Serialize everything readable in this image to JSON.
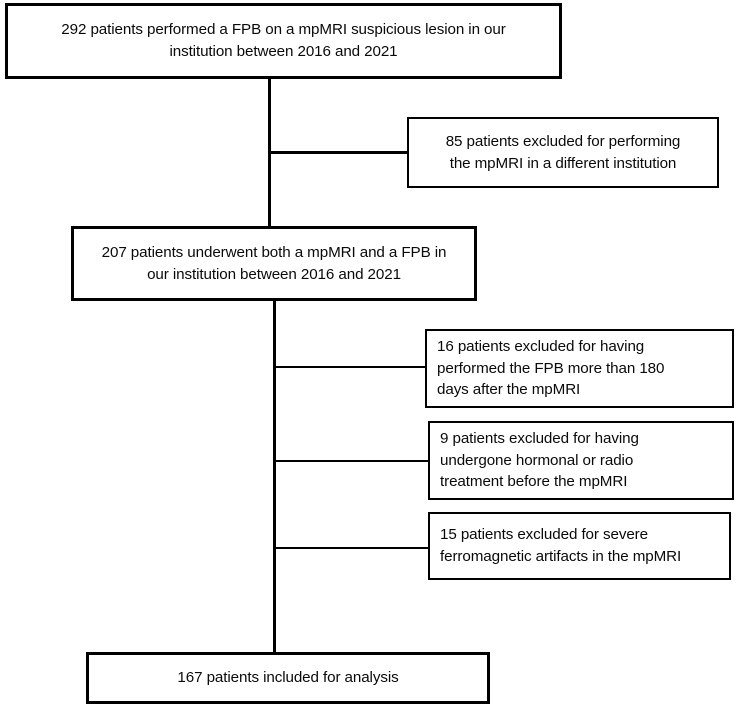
{
  "diagram": {
    "type": "flowchart",
    "title": "Patient selection flow diagram",
    "orientation": "top-to-bottom",
    "colors": {
      "box_border": "#000000",
      "box_fill": "#FFFFFF",
      "connector": "#000000",
      "text": "#0A0A0A"
    },
    "nodes": [
      {
        "id": "enrolled",
        "role": "start",
        "count": 292,
        "align": "center",
        "lines": [
          "292 patients performed a FPB on a mpMRI suspicious lesion in our",
          "institution between 2016 and 2021"
        ],
        "text": "292 patients performed a FPB on a mpMRI suspicious lesion in our institution between 2016 and 2021"
      },
      {
        "id": "excluded-1",
        "role": "exclusion",
        "count": 85,
        "align": "center",
        "lines": [
          "85 patients excluded for performing",
          "the mpMRI in a different institution"
        ],
        "text": "85 patients excluded for performing the mpMRI in a different institution"
      },
      {
        "id": "both-exams",
        "role": "intermediate",
        "count": 207,
        "align": "center",
        "lines": [
          "207 patients underwent both a mpMRI and a FPB in",
          "our institution between 2016 and 2021"
        ],
        "text": "207 patients underwent both a mpMRI and a FPB in our institution between 2016 and 2021"
      },
      {
        "id": "excluded-2",
        "role": "exclusion",
        "count": 16,
        "align": "left",
        "lines": [
          "16 patients excluded for having",
          "performed the FPB more than 180",
          "days after the mpMRI"
        ],
        "text": "16 patients excluded for having performed the FPB more than 180 days after the mpMRI"
      },
      {
        "id": "excluded-3",
        "role": "exclusion",
        "count": 9,
        "align": "left",
        "lines": [
          "9 patients excluded for having",
          "undergone hormonal or radio",
          "treatment before the mpMRI"
        ],
        "text": "9 patients excluded for having undergone hormonal or radio treatment before the mpMRI"
      },
      {
        "id": "excluded-4",
        "role": "exclusion",
        "count": 15,
        "align": "left",
        "lines": [
          "15 patients excluded for severe",
          "ferromagnetic artifacts in the mpMRI"
        ],
        "text": "15 patients excluded for severe ferromagnetic artifacts in the mpMRI"
      },
      {
        "id": "analysed",
        "role": "end",
        "count": 167,
        "align": "center",
        "lines": [
          "167 patients included for analysis"
        ],
        "text": "167 patients included for analysis"
      }
    ]
  }
}
